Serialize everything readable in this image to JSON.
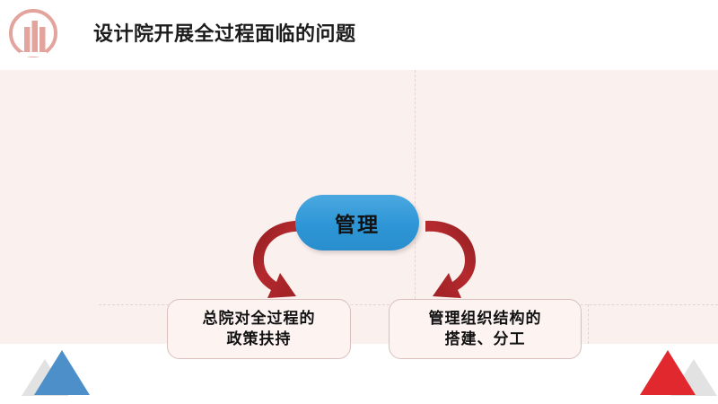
{
  "header": {
    "title": "设计院开展全过程面临的问题",
    "logo_name": "institute-circular-building-logo",
    "logo_color": "#e3a49d"
  },
  "panel": {
    "background_color": "#faf0ee",
    "guide_color": "#e2cfcb"
  },
  "diagram": {
    "type": "radial-split",
    "center": {
      "label": "管理",
      "fill_color": "#2e96d6",
      "text_color": "#121212",
      "shape": "pill"
    },
    "arrows": [
      {
        "name": "arrow-center-to-left-box",
        "direction": "counterclockwise",
        "color": "#a52226",
        "from": "管理",
        "to": "总院对全过程的政策扶持"
      },
      {
        "name": "arrow-center-to-right-box",
        "direction": "clockwise",
        "color": "#a52226",
        "from": "管理",
        "to": "管理组织结构的搭建、分工"
      }
    ],
    "boxes": [
      {
        "name": "box-left",
        "lines": [
          "总院对全过程的",
          "政策扶持"
        ],
        "fill_color": "#fdf4f2",
        "border_color": "#d9bfbc"
      },
      {
        "name": "box-right",
        "lines": [
          "管理组织结构的",
          "搭建、分工"
        ],
        "fill_color": "#fdf4f2",
        "border_color": "#d9bfbc"
      }
    ]
  },
  "decorations": {
    "triangles": [
      {
        "name": "triangle-left-gray",
        "color": "#e2e2e2"
      },
      {
        "name": "triangle-left-blue",
        "color": "#4c8fc9"
      },
      {
        "name": "triangle-right-red",
        "color": "#e0282e"
      },
      {
        "name": "triangle-right-gray",
        "color": "#e2e2e2"
      }
    ]
  }
}
